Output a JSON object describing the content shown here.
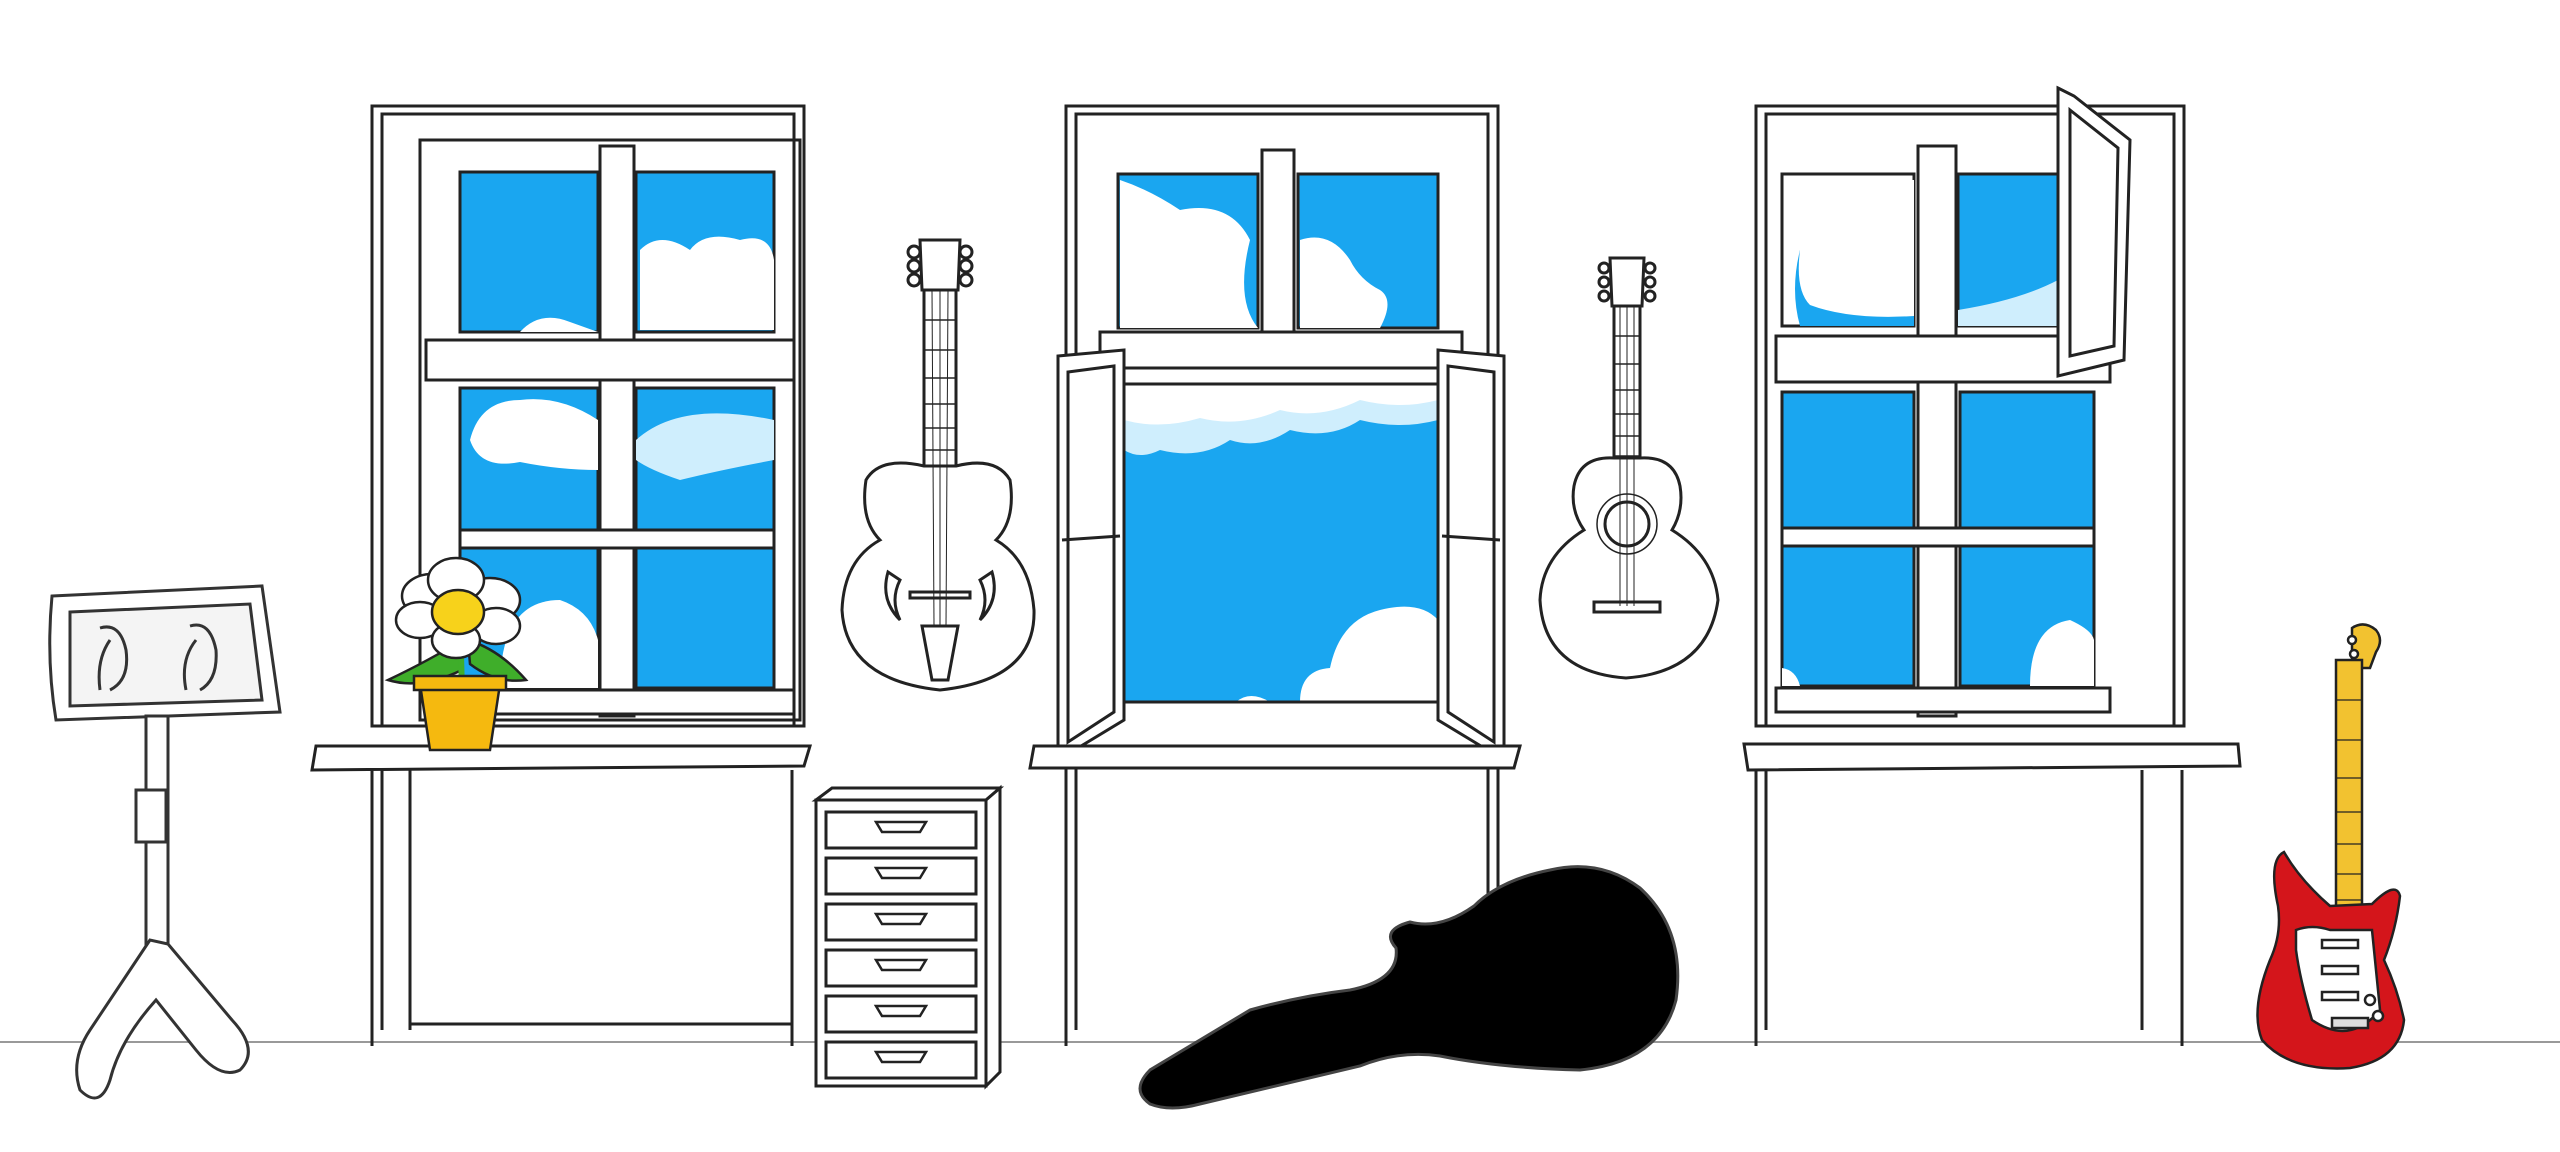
{
  "scene": {
    "name": "music-room-illustration",
    "background": "#ffffff",
    "colors": {
      "sky": "#1aa6f0",
      "cloud": "#ffffff",
      "cloud_shadow": "#bfe8fb",
      "line": "#222222",
      "flower_petal": "#ffffff",
      "flower_center": "#f7d21b",
      "pot": "#f5b90f",
      "leaf": "#3fae2a",
      "case": "#000000",
      "electric_body": "#d4151b",
      "electric_neck": "#f2c230"
    },
    "objects": [
      "music-stand",
      "flower-pot",
      "left-window",
      "archtop-guitar",
      "chest-of-drawers",
      "center-window-open",
      "classical-guitar",
      "guitar-case",
      "right-window",
      "electric-guitar"
    ],
    "drawers_count": 6
  }
}
